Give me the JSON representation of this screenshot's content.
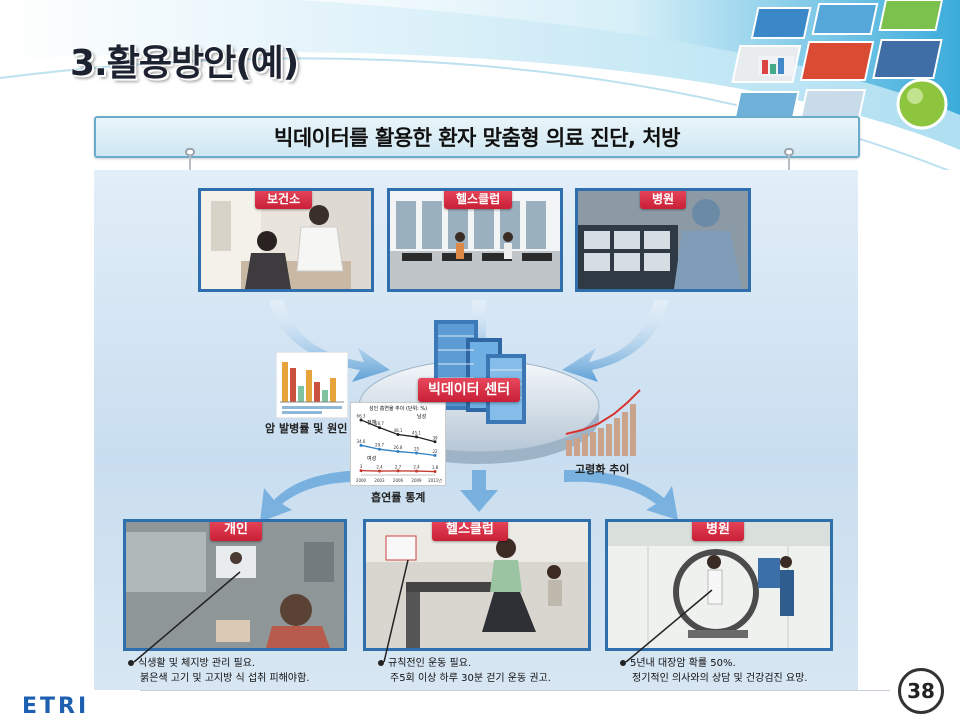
{
  "slide": {
    "title": "3.활용방안(예)",
    "subtitle": "빅데이터를 활용한 환자 맞춤형 의료 진단, 처방",
    "page_number": "38",
    "logo_text": "ETRI"
  },
  "sources": [
    {
      "label": "보건소"
    },
    {
      "label": "헬스클럽"
    },
    {
      "label": "병원"
    }
  ],
  "center": {
    "label": "빅데이터 센터",
    "cancer_caption": "암 발병률 및 원인",
    "smoking_caption": "흡연률 통계",
    "aging_caption": "고령화 추이",
    "smoking_chart_title": "성인 흡연율 추이",
    "smoking_chart_unit": "(단위: %)",
    "smoking_legend_total": "전체",
    "smoking_legend_male": "남성",
    "smoking_legend_female": "여성"
  },
  "chart_data": {
    "type": "line",
    "title": "성인 흡연율 추이",
    "x": [
      "2000",
      "2003",
      "2006",
      "2009",
      "2011년"
    ],
    "series": [
      {
        "name": "남성",
        "values": [
          66.3,
          56.7,
          48.1,
          45.1,
          39.0
        ]
      },
      {
        "name": "전체",
        "values": [
          34.6,
          29.7,
          26.8,
          25.0,
          22.0
        ]
      },
      {
        "name": "여성",
        "values": [
          3.0,
          2.4,
          2.7,
          2.4,
          1.8
        ]
      }
    ],
    "ylim": [
      0,
      70
    ]
  },
  "outputs": [
    {
      "label": "개인",
      "note_line1": "식생활 및 체지방 관리 필요.",
      "note_line2": "붉은색 고기 및 고지방 식 섭취 피해야함."
    },
    {
      "label": "헬스클럽",
      "note_line1": "규칙전인 운동 필요.",
      "note_line2": "주5회 이상 하루 30분 걷기 운동 권고."
    },
    {
      "label": "병원",
      "note_line1": "5년내 대장암 확률 50%.",
      "note_line2": "정기적인 의사와의 상담 및 건강검진 요망."
    }
  ],
  "colors": {
    "accent_red": "#d42a40",
    "frame_blue": "#2f6fae",
    "logo_blue": "#1d5fb0"
  }
}
